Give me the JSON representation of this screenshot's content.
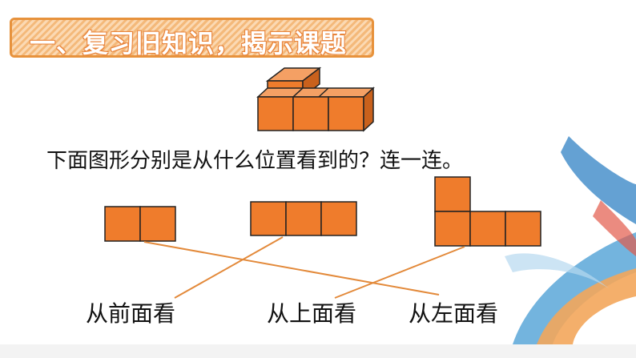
{
  "title": "一、复习旧知识，揭示课题",
  "question": "下面图形分别是从什么位置看到的？连一连。",
  "labels": {
    "front": "从前面看",
    "top": "从上面看",
    "left": "从左面看"
  },
  "colors": {
    "orange": "#f07c2c",
    "banner_border": "#e7923c",
    "line": "#e38a3b"
  }
}
